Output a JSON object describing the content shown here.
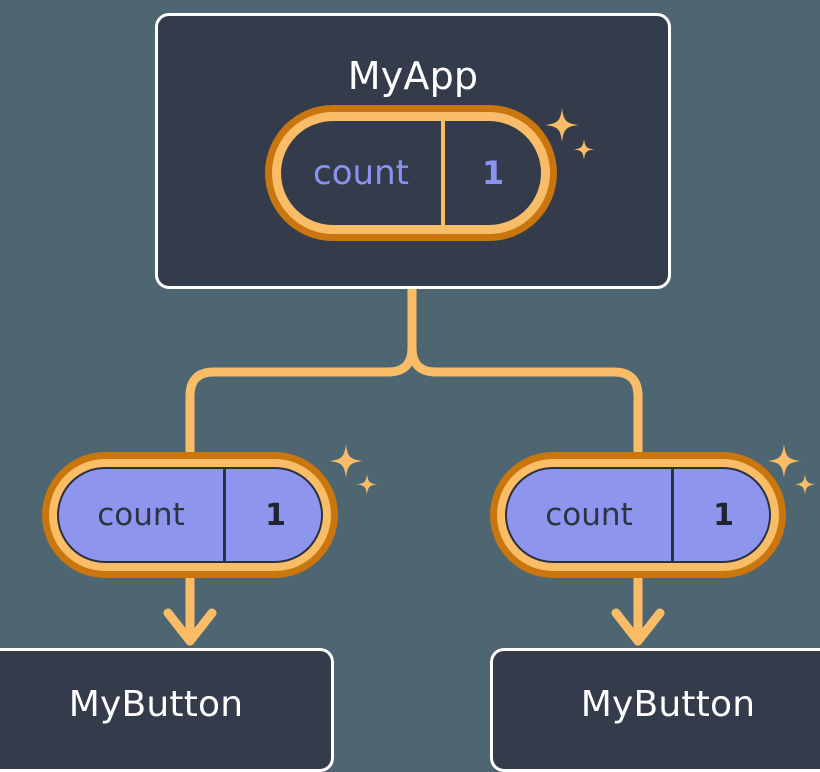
{
  "diagram": {
    "title": "react-state-propagation-tree",
    "background_color": "#4d6672",
    "card_fill": "#343b4a",
    "card_border": "#ffffff",
    "accent_light": "#f9bd67",
    "accent_dark": "#c9760f",
    "state_purple": "#8e95ee",
    "text_light": "#ffffff",
    "text_dark": "#2e3440"
  },
  "root": {
    "label": "MyApp",
    "state": {
      "key": "count",
      "value": "1",
      "sparkle": true
    }
  },
  "branches": [
    {
      "state": {
        "key": "count",
        "value": "1",
        "sparkle": true
      },
      "child": {
        "label": "MyButton"
      }
    },
    {
      "state": {
        "key": "count",
        "value": "1",
        "sparkle": true
      },
      "child": {
        "label": "MyButton"
      }
    }
  ]
}
